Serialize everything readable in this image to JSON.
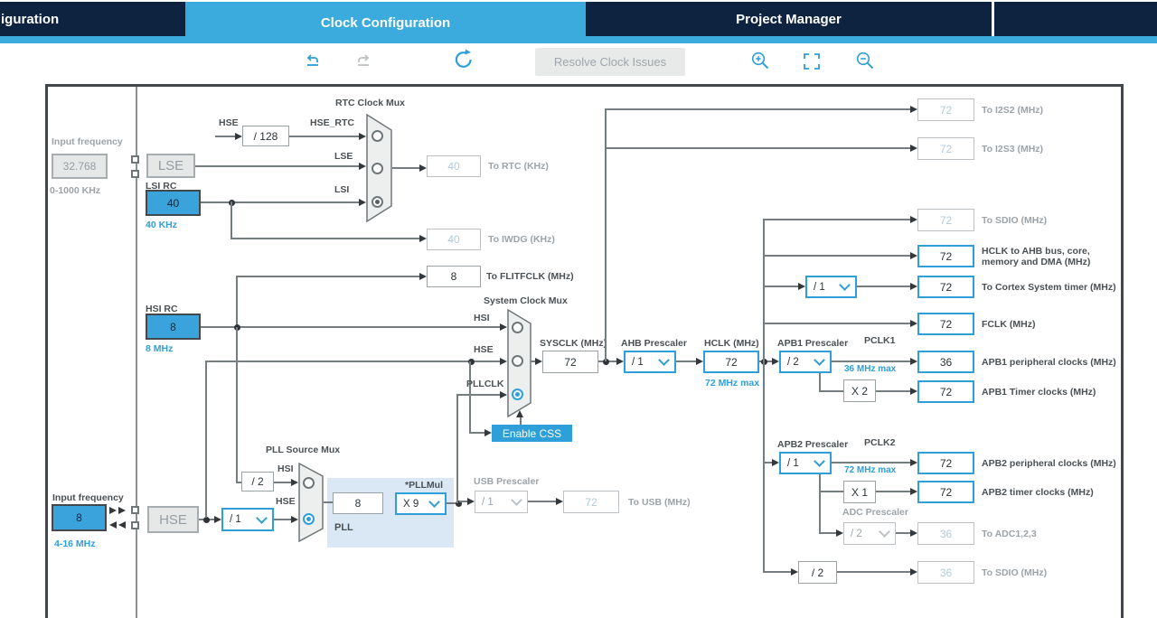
{
  "colors": {
    "accent_blue": "#3BAADC",
    "navy": "#0D2340",
    "icon_blue": "#2E9FD8",
    "source_box_blue": "#3AA3DC",
    "panel_blue": "#D9E8F4",
    "disabled_value": "#AECBDD"
  },
  "tabs": {
    "left_partial": "iguration",
    "clock": "Clock Configuration",
    "project": "Project Manager"
  },
  "toolbar": {
    "resolve_button": "Resolve Clock Issues"
  },
  "osc32": {
    "label": "Input frequency",
    "value": "32.768",
    "range": "0-1000 KHz"
  },
  "lse": {
    "name": "LSE"
  },
  "lsi": {
    "label": "LSI RC",
    "value": "40",
    "freq": "40 KHz"
  },
  "hsi": {
    "label": "HSI RC",
    "value": "8",
    "freq": "8 MHz"
  },
  "hse_input": {
    "label": "Input frequency",
    "value": "8",
    "range": "4-16 MHz"
  },
  "hse": {
    "name": "HSE"
  },
  "rtc_mux": {
    "title": "RTC Clock Mux",
    "hse_stub": "HSE",
    "div128": "/ 128",
    "hse_rtc": "HSE_RTC",
    "lse": "LSE",
    "lsi": "LSI"
  },
  "rtc_out": {
    "value": "40",
    "label": "To RTC (KHz)"
  },
  "iwdg_out": {
    "value": "40",
    "label": "To IWDG (KHz)"
  },
  "flitf_out": {
    "value": "8",
    "label": "To FLITFCLK (MHz)"
  },
  "sys_mux": {
    "title": "System Clock Mux",
    "hsi": "HSI",
    "hse": "HSE",
    "pllclk": "PLLCLK",
    "enable_css": "Enable CSS"
  },
  "pll_mux": {
    "title": "PLL Source Mux",
    "hsi": "HSI",
    "hse": "HSE",
    "div2": "/ 2",
    "prediv": "/ 1"
  },
  "pll": {
    "input_value": "8",
    "mul_label": "*PLLMul",
    "mul_value": "X 9",
    "name": "PLL"
  },
  "usb": {
    "label": "USB Prescaler",
    "prescaler": "/ 1",
    "value": "72",
    "out_label": "To USB (MHz)"
  },
  "sysclk": {
    "label": "SYSCLK (MHz)",
    "value": "72"
  },
  "ahb": {
    "label": "AHB Prescaler",
    "value": "/ 1"
  },
  "hclk": {
    "label": "HCLK (MHz)",
    "value": "72",
    "max": "72 MHz max"
  },
  "cortex": {
    "prescaler": "/ 1"
  },
  "apb1": {
    "label": "APB1 Prescaler",
    "prescaler": "/ 2",
    "pclk": "PCLK1",
    "max": "36 MHz max",
    "mult": "X 2"
  },
  "apb2": {
    "label": "APB2 Prescaler",
    "prescaler": "/ 1",
    "pclk": "PCLK2",
    "max": "72 MHz max",
    "mult": "X 1"
  },
  "adc": {
    "label": "ADC Prescaler",
    "prescaler": "/ 2"
  },
  "sdio_div": "/ 2",
  "outputs": [
    {
      "value": "72",
      "label": "To I2S2 (MHz)",
      "enabled": false
    },
    {
      "value": "72",
      "label": "To I2S3 (MHz)",
      "enabled": false
    },
    {
      "value": "72",
      "label": "To SDIO (MHz)",
      "enabled": false
    },
    {
      "value": "72",
      "label": "HCLK to AHB bus, core, memory and DMA (MHz)",
      "enabled": true
    },
    {
      "value": "72",
      "label": "To Cortex System timer (MHz)",
      "enabled": true
    },
    {
      "value": "72",
      "label": "FCLK (MHz)",
      "enabled": true
    },
    {
      "value": "36",
      "label": "APB1 peripheral clocks (MHz)",
      "enabled": true
    },
    {
      "value": "72",
      "label": "APB1 Timer clocks (MHz)",
      "enabled": true
    },
    {
      "value": "72",
      "label": "APB2 peripheral clocks (MHz)",
      "enabled": true
    },
    {
      "value": "72",
      "label": "APB2 timer clocks (MHz)",
      "enabled": true
    },
    {
      "value": "36",
      "label": "To ADC1,2,3",
      "enabled": false
    },
    {
      "value": "36",
      "label": "To SDIO (MHz)",
      "enabled": false
    }
  ]
}
